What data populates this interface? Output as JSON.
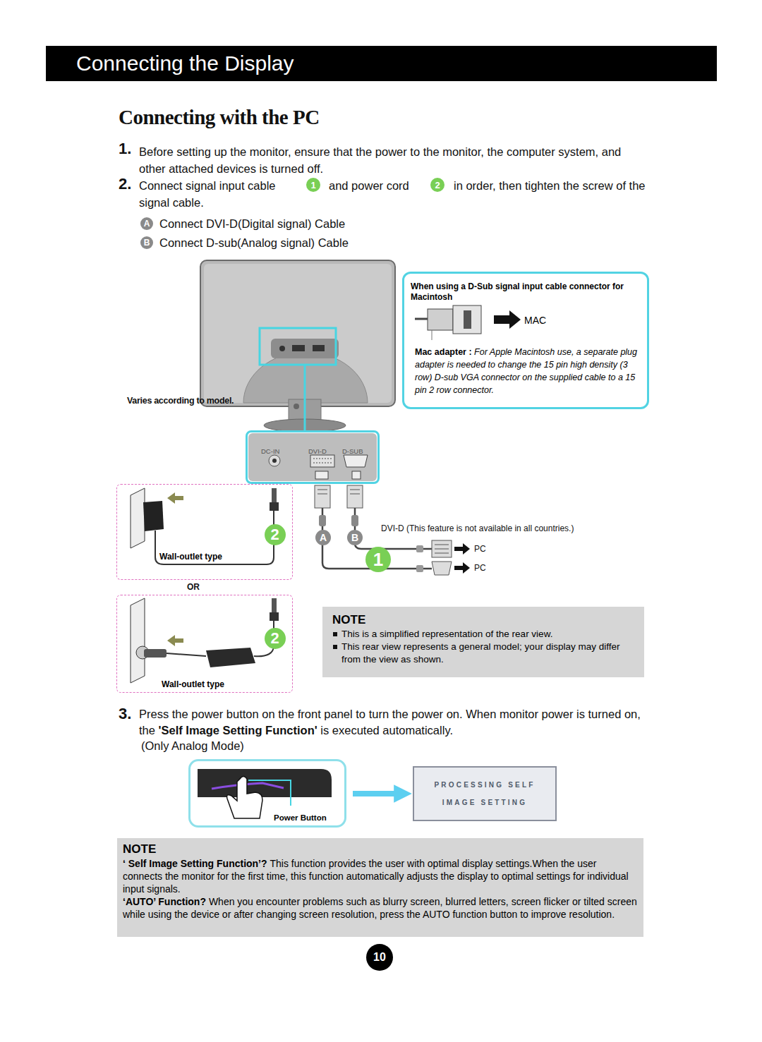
{
  "diagram": {
    "title": "Connecting with the PC",
    "nodes": [
      {
        "text": [
          "Connecting the Display"
        ]
      },
      {
        "text": [
          "1"
        ]
      },
      {
        "text": [
          "2"
        ]
      },
      {
        "text": [
          "A"
        ]
      },
      {
        "text": [
          "B"
        ]
      },
      {
        "text": [
          "When using a D-Sub signal input cable connector for Macintosh",
          "MAC",
          "Mac adapter :",
          "For Apple Macintosh use, a separate plug adapter is needed to change the 15 pin high density (3 row) D-sub VGA connector on the supplied cable to a 15 pin 2 row connector."
        ]
      },
      {
        "text": [
          "DC-IN",
          "DVI-D",
          "D-SUB"
        ]
      },
      {
        "text": [
          "Wall-outlet type"
        ]
      },
      {
        "text": [
          "2"
        ],
        "in": 7
      },
      {
        "text": [
          "A"
        ]
      },
      {
        "text": [
          "B"
        ]
      },
      {
        "text": [
          "1"
        ]
      },
      {
        "text": [
          "Wall-outlet type"
        ]
      },
      {
        "text": [
          "2"
        ],
        "in": 12
      },
      {
        "text": [
          "NOTE",
          "This is a simplified representation of the rear view.",
          "This rear view represents a general model; your display may differ from the view as shown."
        ]
      },
      {
        "text": [
          "Power Button"
        ]
      },
      {
        "text": [
          "PROCESSING SELF IMAGE SETTING"
        ]
      },
      {
        "text": [
          "NOTE",
          "‘ Self Image Setting Function’?",
          "This function provides the user with optimal display settings.When the user connects the monitor for the first time, this function automatically adjusts the display to optimal settings for individual input signals.",
          "‘AUTO’ Function?",
          "When you encounter problems such as blurry screen, blurred letters, screen flicker or tilted screen while using the device or after changing screen resolution, press the AUTO function button to improve resolution."
        ]
      },
      {
        "text": [
          "10"
        ]
      }
    ],
    "edges": [
      {
        "from": 15,
        "to": 16,
        "arrow": "to"
      }
    ],
    "labels": [
      "1.",
      "Before setting up the monitor, ensure that the power to the monitor, the computer system, and other attached devices is turned off.",
      "2.",
      "Connect signal input cable",
      "and power cord",
      "in order, then tighten the screw of the signal cable.",
      "Connect DVI-D(Digital signal) Cable",
      "Connect D-sub(Analog signal) Cable",
      "Varies according to model.",
      "OR",
      "DVI-D (This feature is not available in all countries.)",
      "PC",
      "PC",
      "3.",
      "Press the power button on the front panel to turn the power on. When monitor power is turned on, the",
      "'Self Image Setting Function'",
      "is executed automatically.",
      "(Only Analog Mode)"
    ]
  }
}
